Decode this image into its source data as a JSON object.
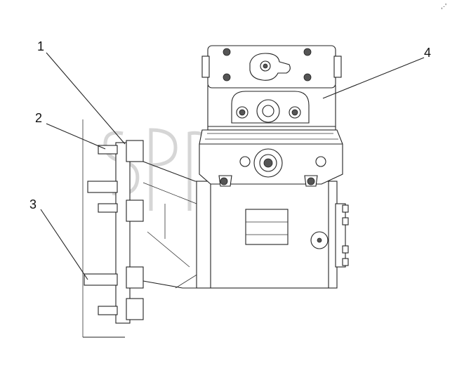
{
  "callouts": [
    {
      "id": "1",
      "label": "1"
    },
    {
      "id": "2",
      "label": "2"
    },
    {
      "id": "3",
      "label": "3"
    },
    {
      "id": "4",
      "label": "4"
    }
  ],
  "watermark": {
    "text": "Sprint",
    "mark": "TM"
  },
  "colors": {
    "line": "#222222",
    "background": "#ffffff",
    "watermark": "#d6d6d6"
  }
}
